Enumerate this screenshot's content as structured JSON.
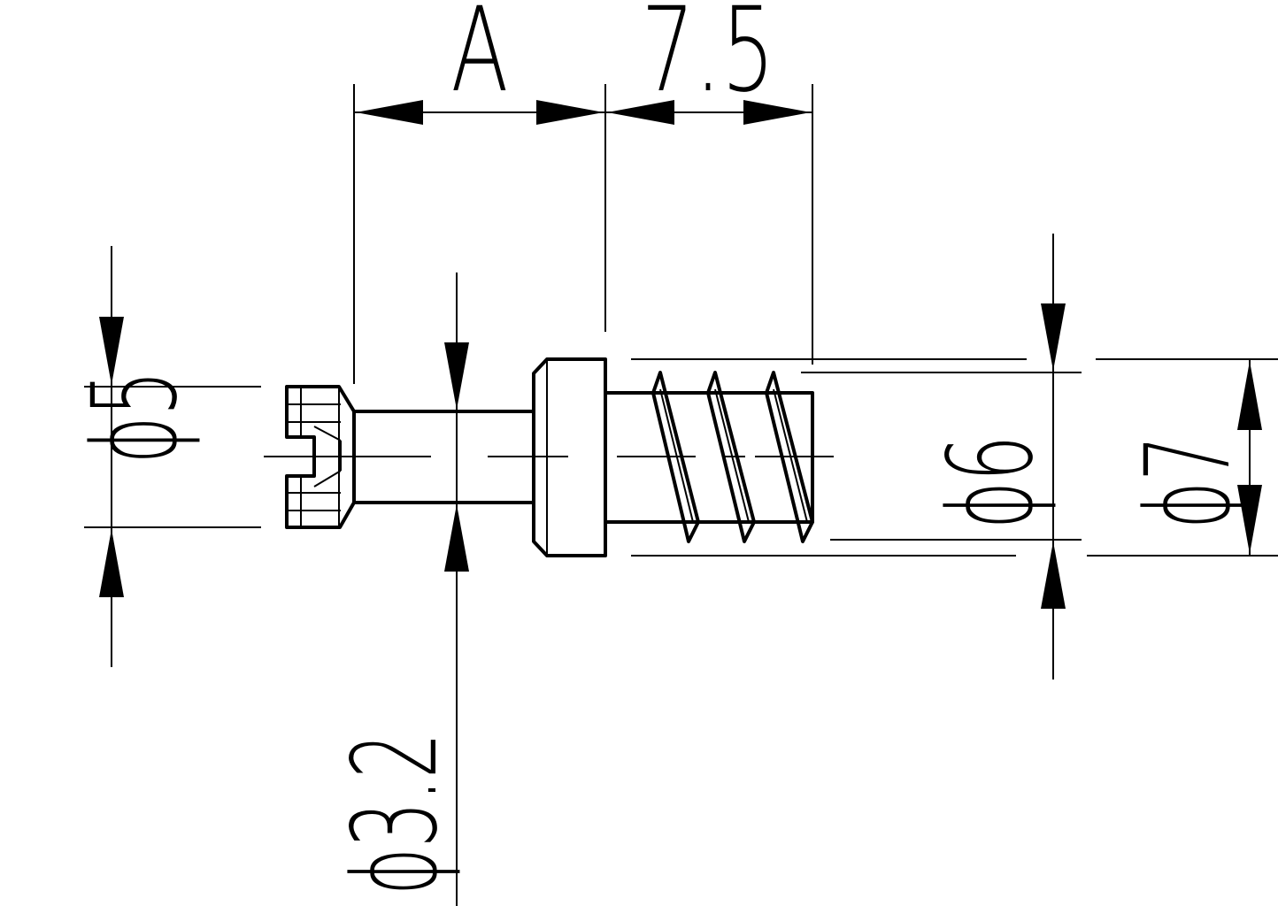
{
  "drawing": {
    "dimensions": {
      "top_left_length": "A",
      "top_right_length": "7.5",
      "left_diameter": "ϕ5",
      "center_diameter": "ϕ3.2",
      "thread_inner_diameter": "ϕ6",
      "thread_outer_diameter": "ϕ7"
    },
    "colors": {
      "line": "#000000",
      "background": "#ffffff"
    }
  }
}
